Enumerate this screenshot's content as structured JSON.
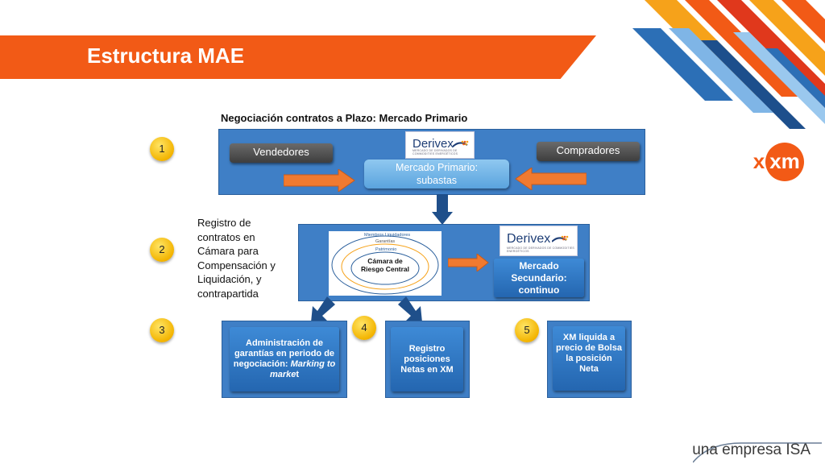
{
  "slide": {
    "title": "Estructura MAE",
    "heading": "Negociación contratos a Plazo: Mercado Primario",
    "footer": "una empresa ISA",
    "brand_logo": "xm",
    "colors": {
      "title_bar": "#f25a16",
      "panel": "#3f7fc6",
      "badge": "#f3b400",
      "arrow_orange": "#f07a30",
      "arrow_blue": "#1f4f8a"
    }
  },
  "primary_market": {
    "sellers_label": "Vendedores",
    "buyers_label": "Compradores",
    "auction_label": "Mercado Primario: subastas",
    "logo": {
      "name": "Derivex",
      "tagline": "MERCADO DE DERIVADOS DE COMMODITIES ENERGÉTICOS"
    }
  },
  "registration": {
    "text": "Registro de contratos en Cámara para Compensación y Liquidación, y contrapartida",
    "ring_labels": [
      "Miembros Liquidadores",
      "Garantías",
      "Patrimonio"
    ],
    "center_label": "Cámara de Riesgo Central",
    "secondary_market_label": "Mercado Secundario: continuo",
    "logo": {
      "name": "Derivex",
      "tagline": "MERCADO DE DERIVADOS DE COMMODITIES ENERGÉTICOS"
    }
  },
  "steps": [
    {
      "number": "1"
    },
    {
      "number": "2"
    },
    {
      "number": "3",
      "label_main": "Administración de garantías en periodo de negociación: ",
      "label_italic": "Marking to marke",
      "label_tail": "t"
    },
    {
      "number": "4",
      "label": "Registro posiciones Netas en XM"
    },
    {
      "number": "5",
      "label": "XM liquida a precio de Bolsa la posición Neta"
    }
  ]
}
